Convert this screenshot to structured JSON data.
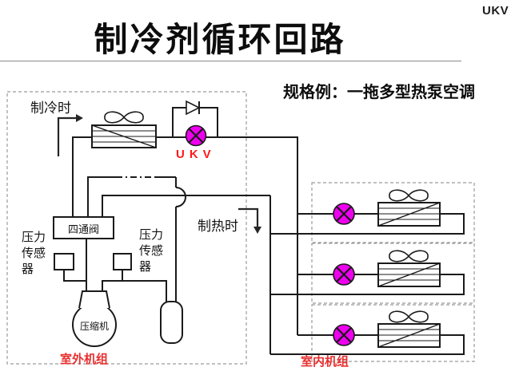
{
  "slide": {
    "product_code": "UKV",
    "title": "制冷剂循环回路",
    "subtitle": "规格例：一拖多型热泵空调"
  },
  "outdoor_unit": {
    "label": "室外机组",
    "cooling_mode_label": "制冷时",
    "heating_mode_label": "制热时",
    "ukv_valve_label": "UKV",
    "four_way_valve_label": "四通阀",
    "compressor_label": "压缩机",
    "pressure_sensor_left_label": "压力传感器",
    "pressure_sensor_right_label": "压力传感器"
  },
  "indoor_units": {
    "label": "室内机组",
    "count": 3
  },
  "colors": {
    "valve_magenta": "#ee00ee",
    "ukv_label_red": "#ff1a1a",
    "unit_label_red": "#e82f2f",
    "pipe_black": "#1a1a1a",
    "dashed_border_gray": "#9b9b9b"
  }
}
